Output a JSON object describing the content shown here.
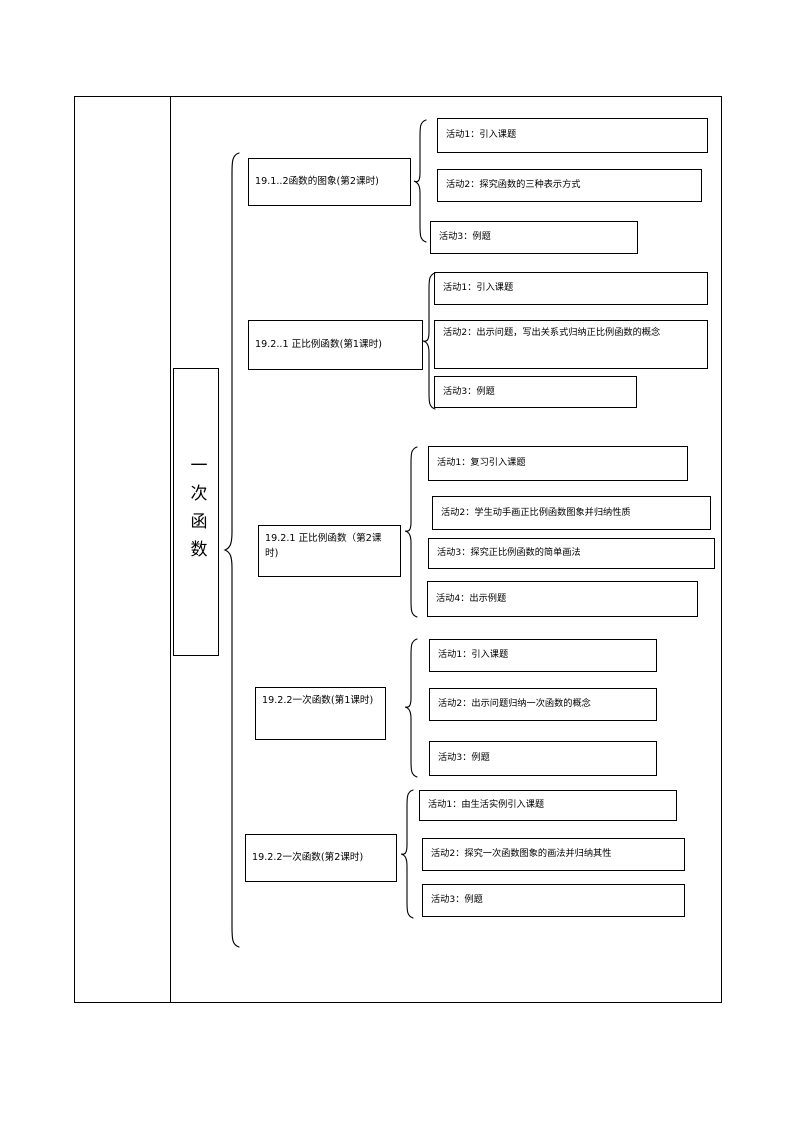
{
  "document": {
    "chapter_title": "一次函数"
  },
  "groups": [
    {
      "lesson": "19.1..2函数的图象(第2课时)",
      "activities": [
        "活动1：引入课题",
        "活动2：探究函数的三种表示方式",
        "活动3：例题"
      ]
    },
    {
      "lesson": "19.2..1 正比例函数(第1课时)",
      "activities": [
        "活动1：引入课题",
        "活动2：出示问题，写出关系式归纳正比例函数的概念",
        "活动3：例题"
      ]
    },
    {
      "lesson": "19.2.1 正比例函数（第2课时)",
      "activities": [
        "活动1：复习引入课题",
        "活动2：学生动手画正比例函数图象并归纳性质",
        "活动3：探究正比例函数的简单画法",
        "活动4：出示例题"
      ]
    },
    {
      "lesson": "19.2.2一次函数(第1课时)",
      "activities": [
        "活动1：引入课题",
        "活动2：出示问题归纳一次函数的概念",
        "活动3：例题"
      ]
    },
    {
      "lesson": "19.2.2一次函数(第2课时)",
      "activities": [
        "活动1：由生活实例引入课题",
        "活动2：探究一次函数图象的画法并归纳其性",
        "活动3：例题"
      ]
    }
  ]
}
